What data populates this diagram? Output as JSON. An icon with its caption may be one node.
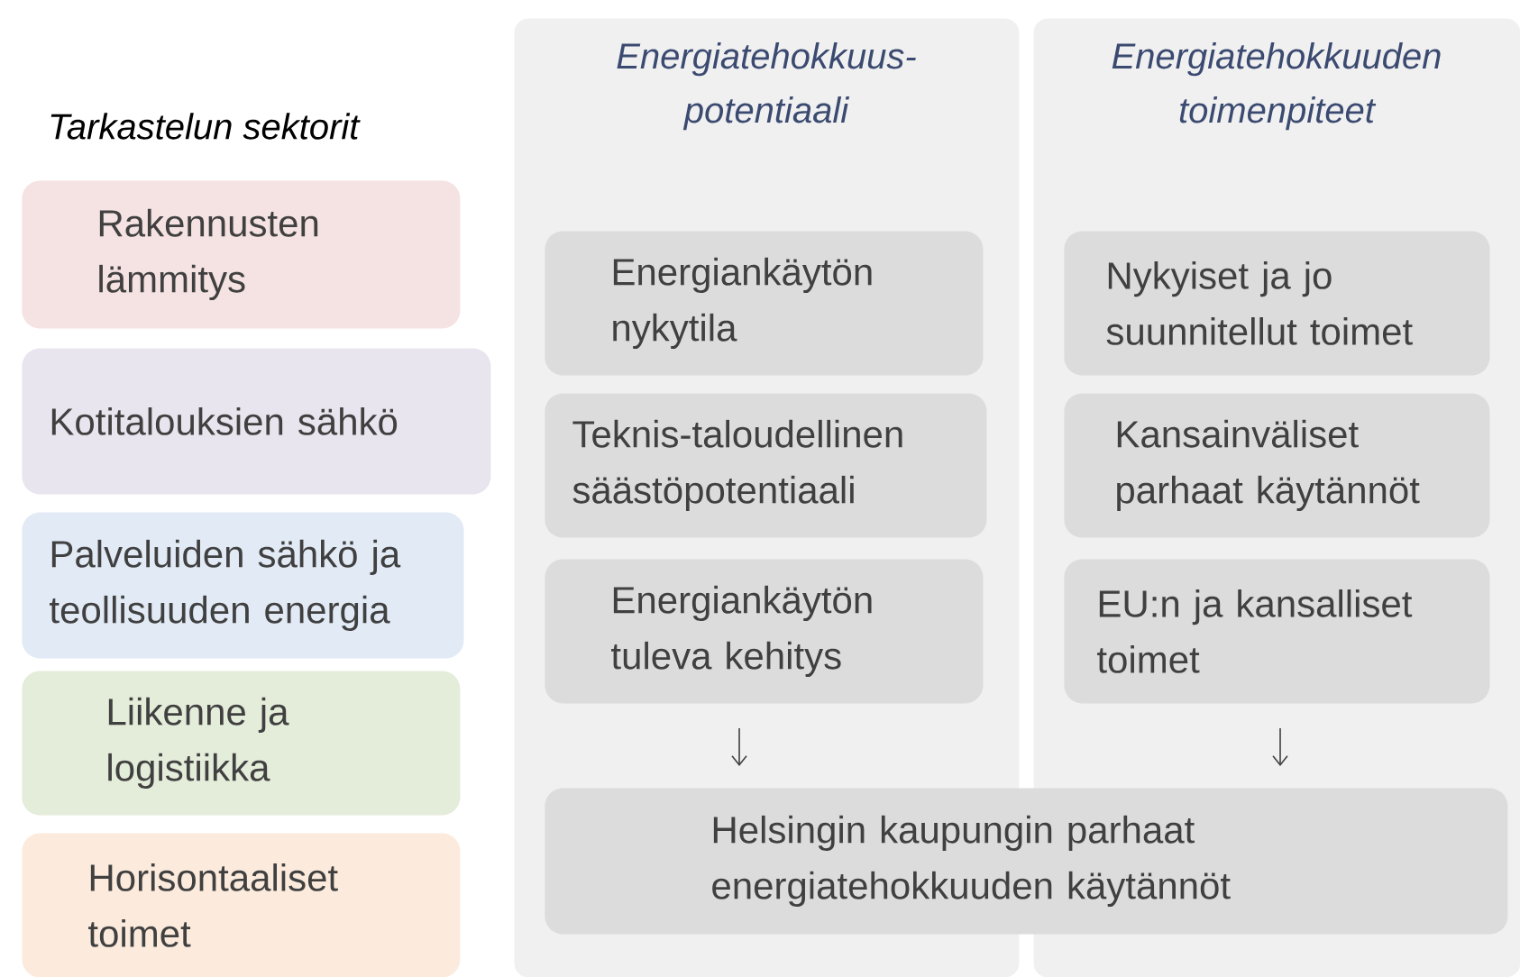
{
  "diagram": {
    "nodes": [
      {
        "text": [
          "Rakennusten lämmitys"
        ]
      },
      {
        "text": [
          "Kotitalouksien sähkö"
        ]
      },
      {
        "text": [
          "Palveluiden sähkö ja teollisuuden energia"
        ]
      },
      {
        "text": [
          "Liikenne ja logistiikka"
        ]
      },
      {
        "text": [
          "Horisontaaliset toimet"
        ]
      },
      {
        "text": [
          "Energiatehokkuus- potentiaali"
        ]
      },
      {
        "text": [
          "Energiankäytön nykytila"
        ],
        "in": 5
      },
      {
        "text": [
          "Teknis-taloudellinen säästöpotentiaali"
        ],
        "in": 5
      },
      {
        "text": [
          "Energiankäytön tuleva kehitys"
        ],
        "in": 5
      },
      {
        "text": [
          "Energiatehokkuuden toimenpiteet"
        ]
      },
      {
        "text": [
          "Nykyiset ja jo suunnitellut toimet"
        ],
        "in": 9
      },
      {
        "text": [
          "Kansainväliset parhaat käytännöt"
        ],
        "in": 9
      },
      {
        "text": [
          "EU:n ja kansalliset toimet"
        ],
        "in": 9
      },
      {
        "text": [
          "Helsingin kaupungin parhaat energiatehokkuuden käytännöt"
        ]
      }
    ],
    "edges": [
      {
        "from": 8,
        "to": 13,
        "arrow": "to"
      },
      {
        "from": 12,
        "to": 13,
        "arrow": "to"
      }
    ],
    "labels": [
      "Tarkastelun sektorit"
    ]
  }
}
